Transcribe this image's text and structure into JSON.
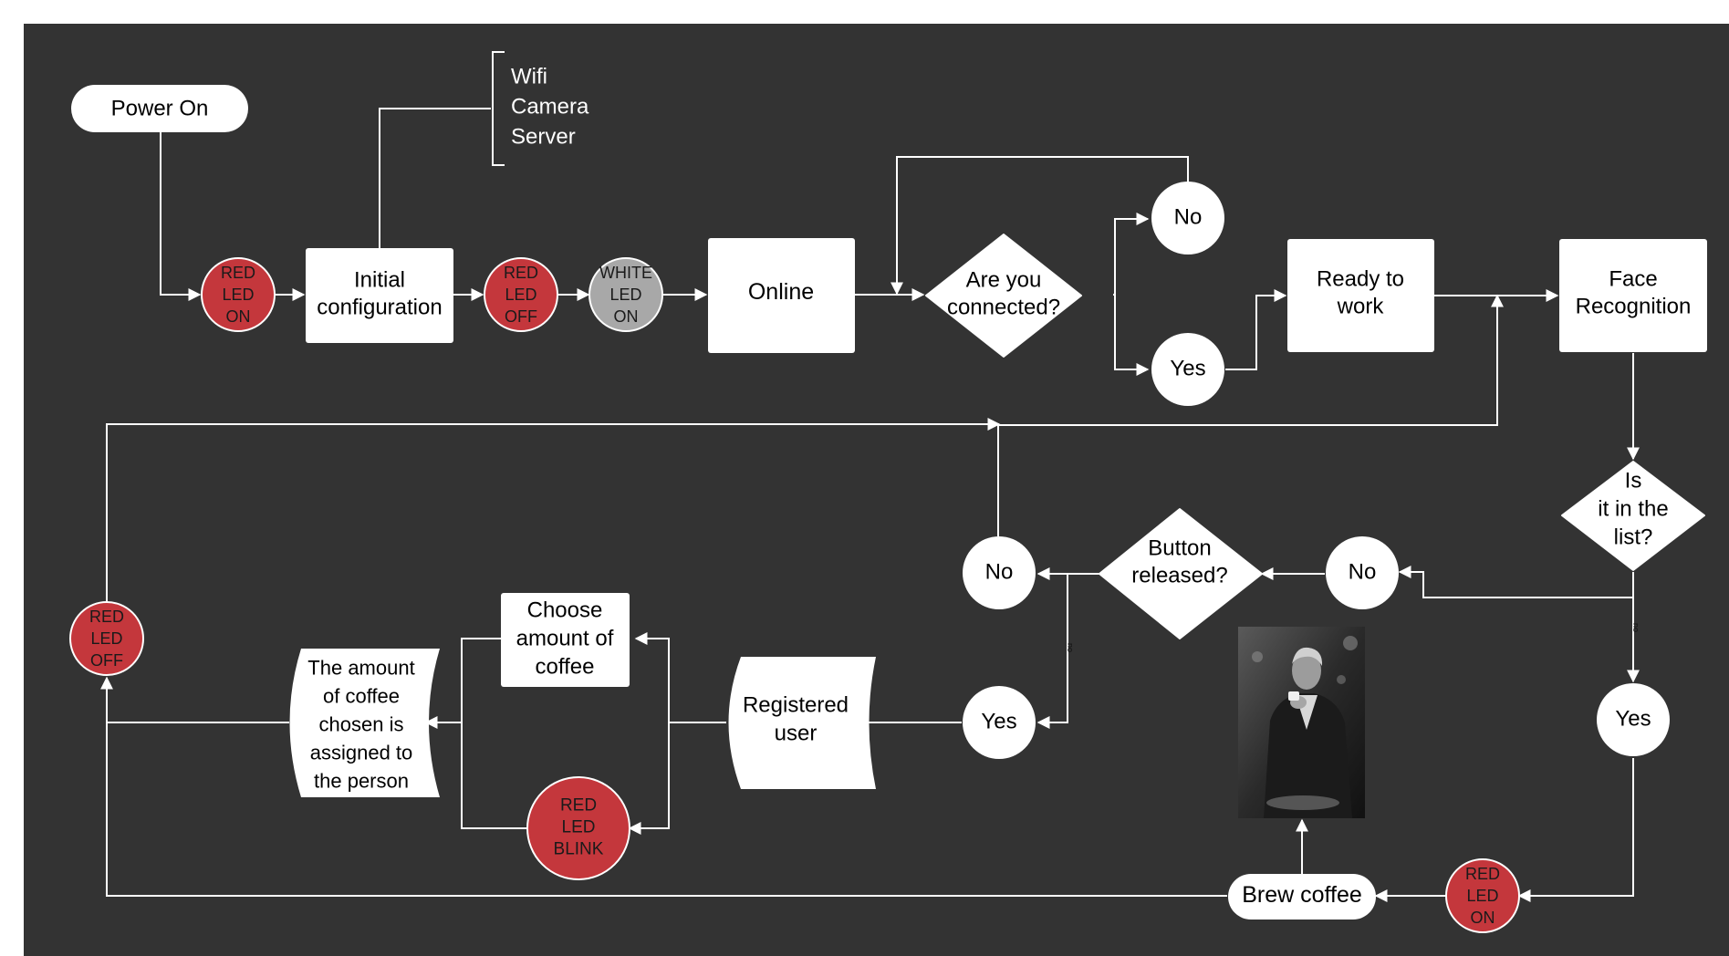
{
  "colors": {
    "background": "#333333",
    "node_fill": "#ffffff",
    "red_led": "#c4373c",
    "white_led": "#a8a8a8",
    "connector": "#ffffff"
  },
  "nodes": {
    "power_on": "Power On",
    "led_red_on_1": [
      "RED",
      "LED",
      "ON"
    ],
    "initial_config": [
      "Initial",
      "configuration"
    ],
    "led_red_off_1": [
      "RED",
      "LED",
      "OFF"
    ],
    "led_white_on": [
      "WHITE",
      "LED",
      "ON"
    ],
    "online": "Online",
    "are_you_connected": [
      "Are you",
      "connected?"
    ],
    "no_connected": "No",
    "yes_connected": "Yes",
    "ready_to_work": [
      "Ready to",
      "work"
    ],
    "face_recognition": [
      "Face",
      "Recognition"
    ],
    "is_in_list": [
      "Is",
      "it in the",
      "list?"
    ],
    "no_list": "No",
    "yes_list": "Yes",
    "button_released": [
      "Button",
      "released?"
    ],
    "no_button": "No",
    "yes_button": "Yes",
    "registered_user": [
      "Registered",
      "user"
    ],
    "choose_amount": [
      "Choose",
      "amount of",
      "coffee"
    ],
    "red_led_blink": [
      "RED",
      "LED",
      "BLINK"
    ],
    "amount_assigned": [
      "The amount",
      "of coffee",
      "chosen is",
      "assigned to",
      "the person"
    ],
    "led_red_off_2": [
      "RED",
      "LED",
      "OFF"
    ],
    "led_red_on_2": [
      "RED",
      "LED",
      "ON"
    ],
    "brew_coffee": "Brew coffee"
  },
  "annotation": [
    "Wifi",
    "Camera",
    "Server"
  ],
  "photo": {
    "subject": "man-drinking-coffee-photo"
  }
}
